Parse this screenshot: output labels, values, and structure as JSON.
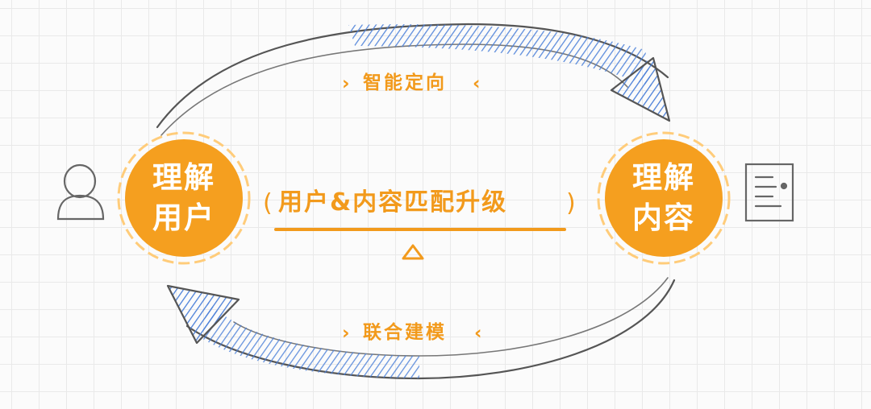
{
  "diagram": {
    "nodes": {
      "user": {
        "line1": "理解",
        "line2": "用户"
      },
      "content": {
        "line1": "理解",
        "line2": "内容"
      }
    },
    "top_flow": {
      "label": "智能定向"
    },
    "bottom_flow": {
      "label": "联合建模"
    },
    "center": {
      "label": "用户&内容匹配升级"
    },
    "colors": {
      "accent": "#f29a1c",
      "hatch": "#4a7fd8",
      "stroke": "#555555"
    }
  }
}
